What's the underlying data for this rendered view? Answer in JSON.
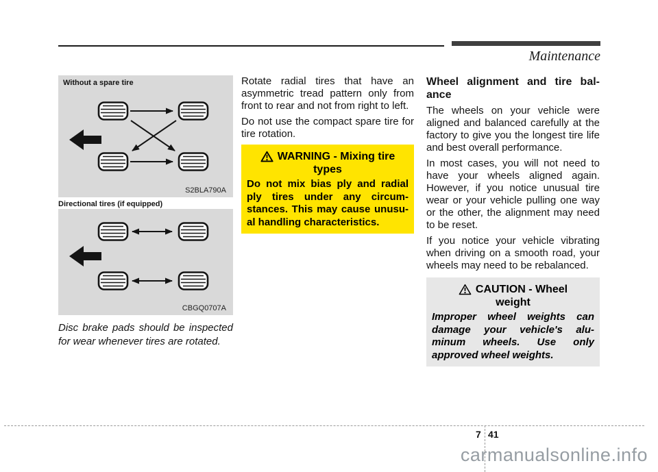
{
  "header": {
    "title": "Maintenance"
  },
  "left": {
    "fig1_label": "Without a spare tire",
    "fig1_code": "S2BLA790A",
    "fig2_label": "Directional tires (if equipped)",
    "fig2_code": "CBGQ0707A",
    "caption_lines": [
      "Disc brake pads should be inspected",
      "for wear whenever tires are rotated."
    ]
  },
  "middle": {
    "para1": "Rotate radial tires that have an asymmetric tread pattern only from front to rear and not from right to left.",
    "para2": "Do not use the compact spare tire for tire rotation.",
    "warning": {
      "title_line1": "WARNING - Mixing tire",
      "title_line2": "types",
      "body_lines": [
        "Do not mix bias ply and radial",
        "ply tires under any circum-",
        "stances. This may cause unusu-",
        "al handling characteristics."
      ]
    }
  },
  "right": {
    "heading_lines": [
      "Wheel alignment and tire bal-",
      "ance"
    ],
    "para1": "The wheels on your vehicle were aligned and balanced carefully at the factory to give you the longest tire life and best overall performance.",
    "para2": "In most cases, you will not need to have your wheels aligned again. However, if you notice unusual tire wear or your vehicle pulling one way or the other, the alignment may need to be reset.",
    "para3": "If you notice your vehicle vibrating when driving on a smooth road, your wheels may need to be rebalanced.",
    "caution": {
      "title_line1": "CAUTION - Wheel",
      "title_line2": "weight",
      "body_lines": [
        "Improper wheel weights can",
        "damage your vehicle's alu-",
        "minum wheels. Use only",
        "approved wheel weights."
      ]
    }
  },
  "footer": {
    "chapter": "7",
    "page": "41",
    "watermark": "carmanualsonline.info"
  }
}
